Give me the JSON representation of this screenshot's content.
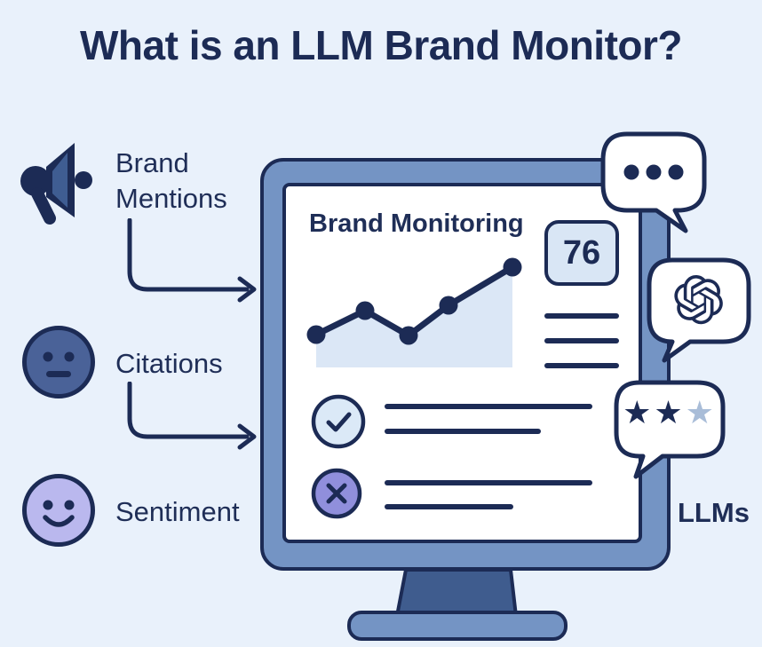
{
  "title": "What is an LLM Brand Monitor?",
  "inputs": [
    {
      "label": "Brand\nMentions",
      "icon": "megaphone-icon"
    },
    {
      "label": "Citations",
      "icon": "neutral-face-icon"
    },
    {
      "label": "Sentiment",
      "icon": "smiley-face-icon"
    }
  ],
  "monitor": {
    "screen_title": "Brand Monitoring",
    "score": "76"
  },
  "chart_data": {
    "type": "line",
    "title": "Brand Monitoring trend sparkline",
    "x": [
      1,
      2,
      3,
      4,
      5
    ],
    "values": [
      33,
      57,
      32,
      62,
      100
    ],
    "area_fill": true,
    "axes": "none",
    "xlabel": "",
    "ylabel": ""
  },
  "bubbles": {
    "typing": {
      "icon": "ellipsis-icon"
    },
    "openai": {
      "icon": "openai-logo-icon"
    },
    "rating": {
      "icon": "star-rating-icon",
      "star_glyph": "★",
      "filled": 2,
      "total": 3
    }
  },
  "llm_label": "LLMs",
  "colors": {
    "background": "#e9f1fb",
    "navy": "#1c2b55",
    "frame_blue": "#7494c4",
    "stand_dark": "#3f5c8e",
    "panel_light": "#d9e6f5",
    "chart_fill": "#dbe7f6",
    "purple": "#908fdc",
    "lavender": "#bab8ee",
    "slate_face": "#4a6298",
    "star_muted": "#a9bdd8"
  }
}
